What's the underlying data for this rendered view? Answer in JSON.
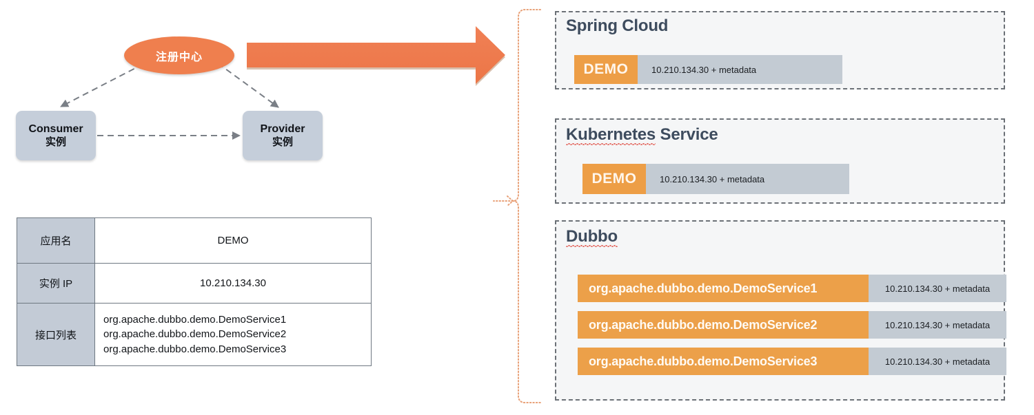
{
  "diagram": {
    "registry": {
      "label": "注册中心"
    },
    "nodes": [
      {
        "name": "consumer",
        "line1": "Consumer",
        "line2": "实例"
      },
      {
        "name": "provider",
        "line1": "Provider",
        "line2": "实例"
      }
    ],
    "arrow": {
      "name": "big-orange-arrow",
      "color": "#EF7F4E"
    },
    "connector": {
      "name": "dotted-brace",
      "color": "#E8A178"
    }
  },
  "table": {
    "rows": [
      {
        "key": "应用名",
        "value": "DEMO"
      },
      {
        "key": "实例 IP",
        "value": "10.210.134.30"
      },
      {
        "key": "接口列表",
        "value": "org.apache.dubbo.demo.DemoService1\norg.apache.dubbo.demo.DemoService2\norg.apache.dubbo.demo.DemoService3"
      }
    ]
  },
  "panels": [
    {
      "id": "spring",
      "title": "Spring Cloud",
      "spellcheck": false,
      "rows": [
        {
          "badge": "DEMO",
          "meta": "10.210.134.30 + metadata"
        }
      ]
    },
    {
      "id": "k8s",
      "title": "Kubernetes Service",
      "spellcheck": true,
      "spell_word": "Kubernetes",
      "spell_rest": " Service",
      "rows": [
        {
          "badge": "DEMO",
          "meta": "10.210.134.30 + metadata"
        }
      ]
    },
    {
      "id": "dubbo",
      "title": "Dubbo",
      "spellcheck": true,
      "rows": [
        {
          "badge": "org.apache.dubbo.demo.DemoService1",
          "meta": "10.210.134.30 + metadata"
        },
        {
          "badge": "org.apache.dubbo.demo.DemoService2",
          "meta": "10.210.134.30 + metadata"
        },
        {
          "badge": "org.apache.dubbo.demo.DemoService3",
          "meta": "10.210.134.30 + metadata"
        }
      ]
    }
  ],
  "colors": {
    "orange": "#EF7F4E",
    "badge_orange": "#ED9E46",
    "meta_gray": "#C3CBD3",
    "node_blue": "#C5CEDA",
    "panel_bg": "#F5F6F7",
    "heading": "#3E4C5E"
  }
}
